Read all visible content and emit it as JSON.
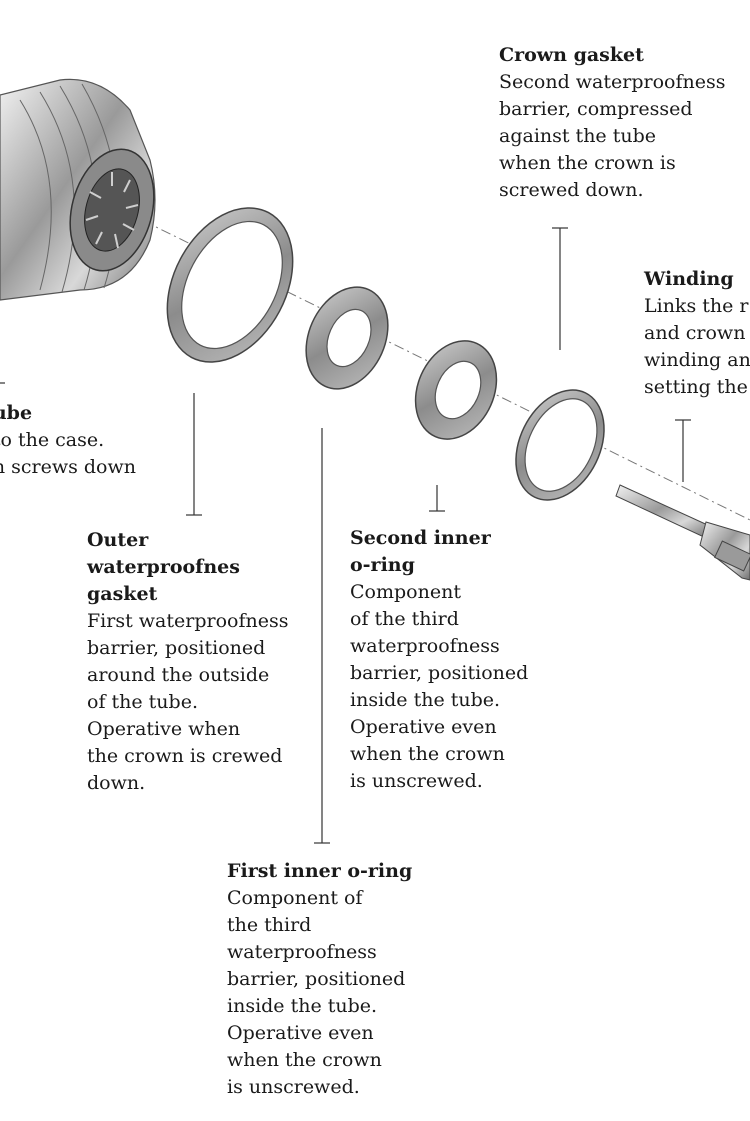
{
  "labels": {
    "crown_gasket": {
      "title": "Crown gasket",
      "desc": [
        "Second waterproofness",
        "barrier, compressed",
        "against the tube",
        "when the crown is",
        "screwed down."
      ]
    },
    "winding_stem": {
      "title": "Winding",
      "desc": [
        "Links the r",
        "and crown",
        "winding an",
        "setting the"
      ]
    },
    "tube": {
      "title": "ube",
      "desc": [
        "to the case.",
        "n screws down"
      ]
    },
    "outer_gasket": {
      "title": [
        "Outer",
        "waterproofnes",
        "gasket"
      ],
      "desc": [
        "First waterproofness",
        "barrier, positioned",
        "around the outside",
        "of the tube.",
        "Operative when",
        "the crown is crewed",
        "down."
      ]
    },
    "second_inner_oring": {
      "title": [
        "Second inner",
        "o-ring"
      ],
      "desc": [
        "Component",
        "of the third",
        "waterproofness",
        "barrier, positioned",
        "inside the tube.",
        "Operative even",
        "when the crown",
        "is unscrewed."
      ]
    },
    "first_inner_oring": {
      "title": "First inner o-ring",
      "desc": [
        "Component of",
        "the third",
        "waterproofness",
        "barrier, positioned",
        "inside the tube.",
        "Operative even",
        "when the crown",
        "is unscrewed."
      ]
    }
  }
}
